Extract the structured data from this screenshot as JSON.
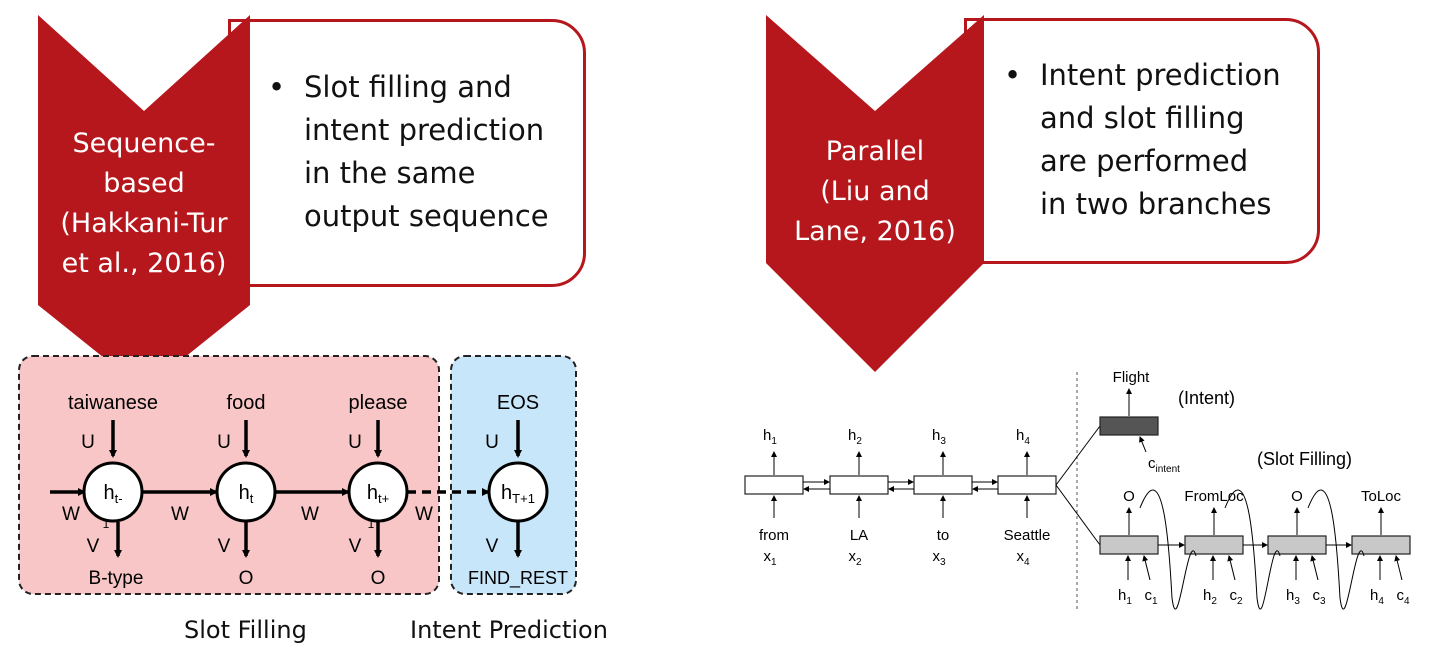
{
  "sequence_panel": {
    "chevron_label": "Sequence-\nbased\n(Hakkani-Tur\net al., 2016)",
    "bullet": "•",
    "description": "Slot filling and\nintent prediction\nin the same\noutput sequence",
    "accent_color": "#b5171c",
    "slot_region_color": "#f8c6c6",
    "intent_region_color": "#c8e6fa",
    "inputs": [
      "taiwanese",
      "food",
      "please",
      "EOS"
    ],
    "hidden": [
      {
        "main": "h",
        "sub": "t-",
        "extra": "1"
      },
      {
        "main": "h",
        "sub": "t",
        "extra": ""
      },
      {
        "main": "h",
        "sub": "t+",
        "extra": "1"
      },
      {
        "main": "h",
        "sub": "T+1",
        "extra": ""
      }
    ],
    "outputs": [
      "B-type",
      "O",
      "O",
      "FIND_REST"
    ],
    "u_label": "U",
    "v_label": "V",
    "w_label": "W",
    "caption_slot": "Slot Filling",
    "caption_intent": "Intent Prediction"
  },
  "parallel_panel": {
    "chevron_label": "Parallel\n(Liu and\nLane, 2016)",
    "bullet": "•",
    "description": "Intent prediction\nand slot filling\nare performed\nin two branches",
    "encoder_inputs": [
      {
        "word": "from",
        "var": "x",
        "sub": "1"
      },
      {
        "word": "LA",
        "var": "x",
        "sub": "2"
      },
      {
        "word": "to",
        "var": "x",
        "sub": "3"
      },
      {
        "word": "Seattle",
        "var": "x",
        "sub": "4"
      }
    ],
    "encoder_hidden": [
      {
        "var": "h",
        "sub": "1"
      },
      {
        "var": "h",
        "sub": "2"
      },
      {
        "var": "h",
        "sub": "3"
      },
      {
        "var": "h",
        "sub": "4"
      }
    ],
    "intent_output": "Flight",
    "intent_tag": "(Intent)",
    "intent_context": {
      "var": "c",
      "sub": "intent"
    },
    "slot_tag": "(Slot Filling)",
    "slot_outputs": [
      "O",
      "FromLoc",
      "O",
      "ToLoc"
    ],
    "slot_inputs": [
      {
        "h": "h",
        "hsub": "1",
        "c": "c",
        "csub": "1"
      },
      {
        "h": "h",
        "hsub": "2",
        "c": "c",
        "csub": "2"
      },
      {
        "h": "h",
        "hsub": "3",
        "c": "c",
        "csub": "3"
      },
      {
        "h": "h",
        "hsub": "4",
        "c": "c",
        "csub": "4"
      }
    ]
  }
}
